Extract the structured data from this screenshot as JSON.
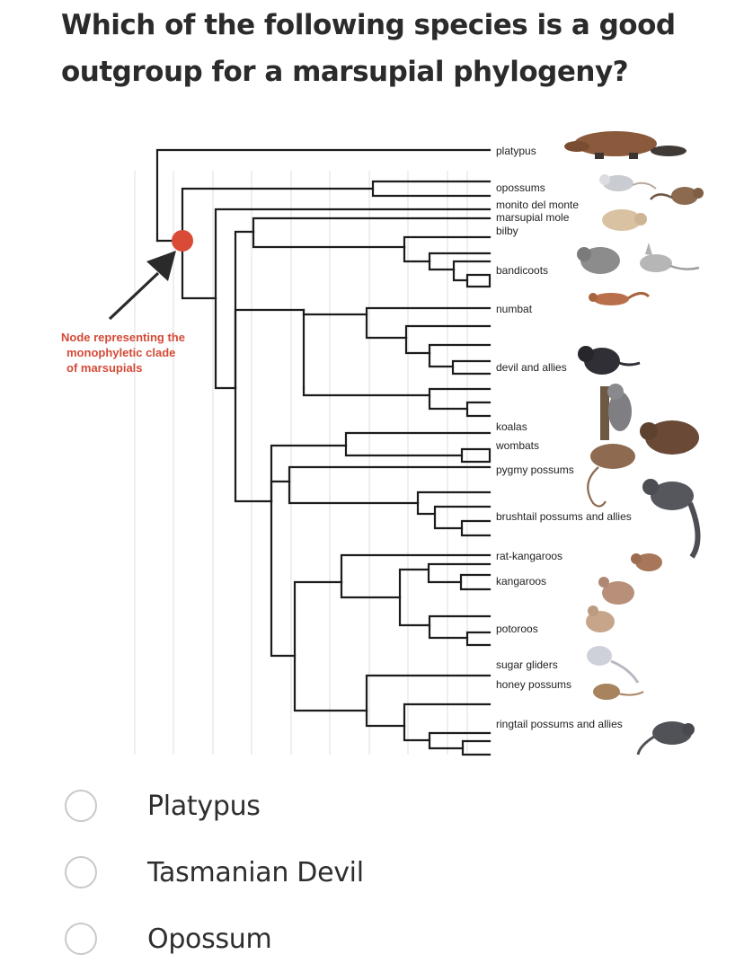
{
  "question": {
    "line1": "Which of the following species is a good",
    "line2": "outgroup for a marsupial phylogeny?"
  },
  "diagram": {
    "annotation": {
      "line1": "Node representing the",
      "line2": "monophyletic clade",
      "line3": "of marsupials"
    },
    "taxa": [
      "platypus",
      "opossums",
      "monito del monte",
      "marsupial mole",
      "bilby",
      "bandicoots",
      "numbat",
      "devil and allies",
      "koalas",
      "wombats",
      "pygmy possums",
      "brushtail possums and allies",
      "rat-kangaroos",
      "kangaroos",
      "potoroos",
      "sugar gliders",
      "honey possums",
      "ringtail possums and allies"
    ],
    "colors": {
      "node": "#d94a37",
      "annotation": "#d44a36",
      "branch": "#1c1c1c",
      "arrow": "#2a2a2a"
    },
    "icons": [
      "platypus-icon",
      "opossum-icon",
      "monito-del-monte-icon",
      "marsupial-mole-icon",
      "bandicoot-icon",
      "bilby-icon",
      "numbat-icon",
      "tasmanian-devil-icon",
      "koala-icon",
      "wombat-icon",
      "pygmy-possum-icon",
      "brushtail-possum-icon",
      "rat-kangaroo-icon",
      "kangaroo-icon",
      "potoroo-icon",
      "sugar-glider-icon",
      "honey-possum-icon",
      "ringtail-possum-icon"
    ]
  },
  "options": [
    {
      "label": "Platypus"
    },
    {
      "label": "Tasmanian Devil"
    },
    {
      "label": "Opossum"
    }
  ]
}
